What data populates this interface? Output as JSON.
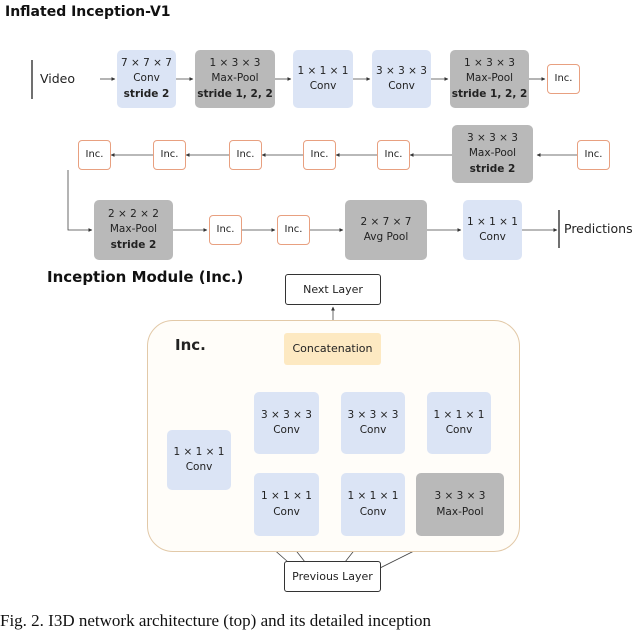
{
  "diagram": {
    "top_title": "Inflated Inception-V1",
    "bottom_title": "Inception Module (Inc.)",
    "caption": "Fig. 2. I3D network architecture (top) and its detailed inception",
    "row1": {
      "video": "Video",
      "conv7": {
        "l1": "7 × 7 × 7",
        "l2": "Conv",
        "l3": "stride 2"
      },
      "pool1": {
        "l1": "1 × 3 × 3",
        "l2": "Max-Pool",
        "l3": "stride 1, 2, 2"
      },
      "conv1": {
        "l1": "1 × 1 × 1",
        "l2": "Conv"
      },
      "conv3": {
        "l1": "3 × 3 × 3",
        "l2": "Conv"
      },
      "pool2": {
        "l1": "1 × 3 × 3",
        "l2": "Max-Pool",
        "l3": "stride 1, 2, 2"
      },
      "inc": "Inc."
    },
    "row2": {
      "inc": "Inc.",
      "pool3": {
        "l1": "3 × 3 × 3",
        "l2": "Max-Pool",
        "l3": "stride 2"
      }
    },
    "row3": {
      "pool4": {
        "l1": "2 × 2 × 2",
        "l2": "Max-Pool",
        "l3": "stride 2"
      },
      "inc": "Inc.",
      "avgpool": {
        "l1": "2 × 7 × 7",
        "l2": "Avg Pool"
      },
      "conv1": {
        "l1": "1 × 1 × 1",
        "l2": "Conv"
      },
      "predictions": "Predictions"
    },
    "module": {
      "label": "Inc.",
      "next_layer": "Next Layer",
      "concatenation": "Concatenation",
      "previous_layer": "Previous Layer",
      "branch_a": {
        "l1": "1 × 1 × 1",
        "l2": "Conv"
      },
      "branch_b_top": {
        "l1": "3 × 3 × 3",
        "l2": "Conv"
      },
      "branch_b_bottom": {
        "l1": "1 × 1 × 1",
        "l2": "Conv"
      },
      "branch_c_top": {
        "l1": "3 × 3 × 3",
        "l2": "Conv"
      },
      "branch_c_bottom": {
        "l1": "1 × 1 × 1",
        "l2": "Conv"
      },
      "branch_d_top": {
        "l1": "1 × 1 × 1",
        "l2": "Conv"
      },
      "branch_d_bottom": {
        "l1": "3 × 3 × 3",
        "l2": "Max-Pool"
      }
    }
  }
}
